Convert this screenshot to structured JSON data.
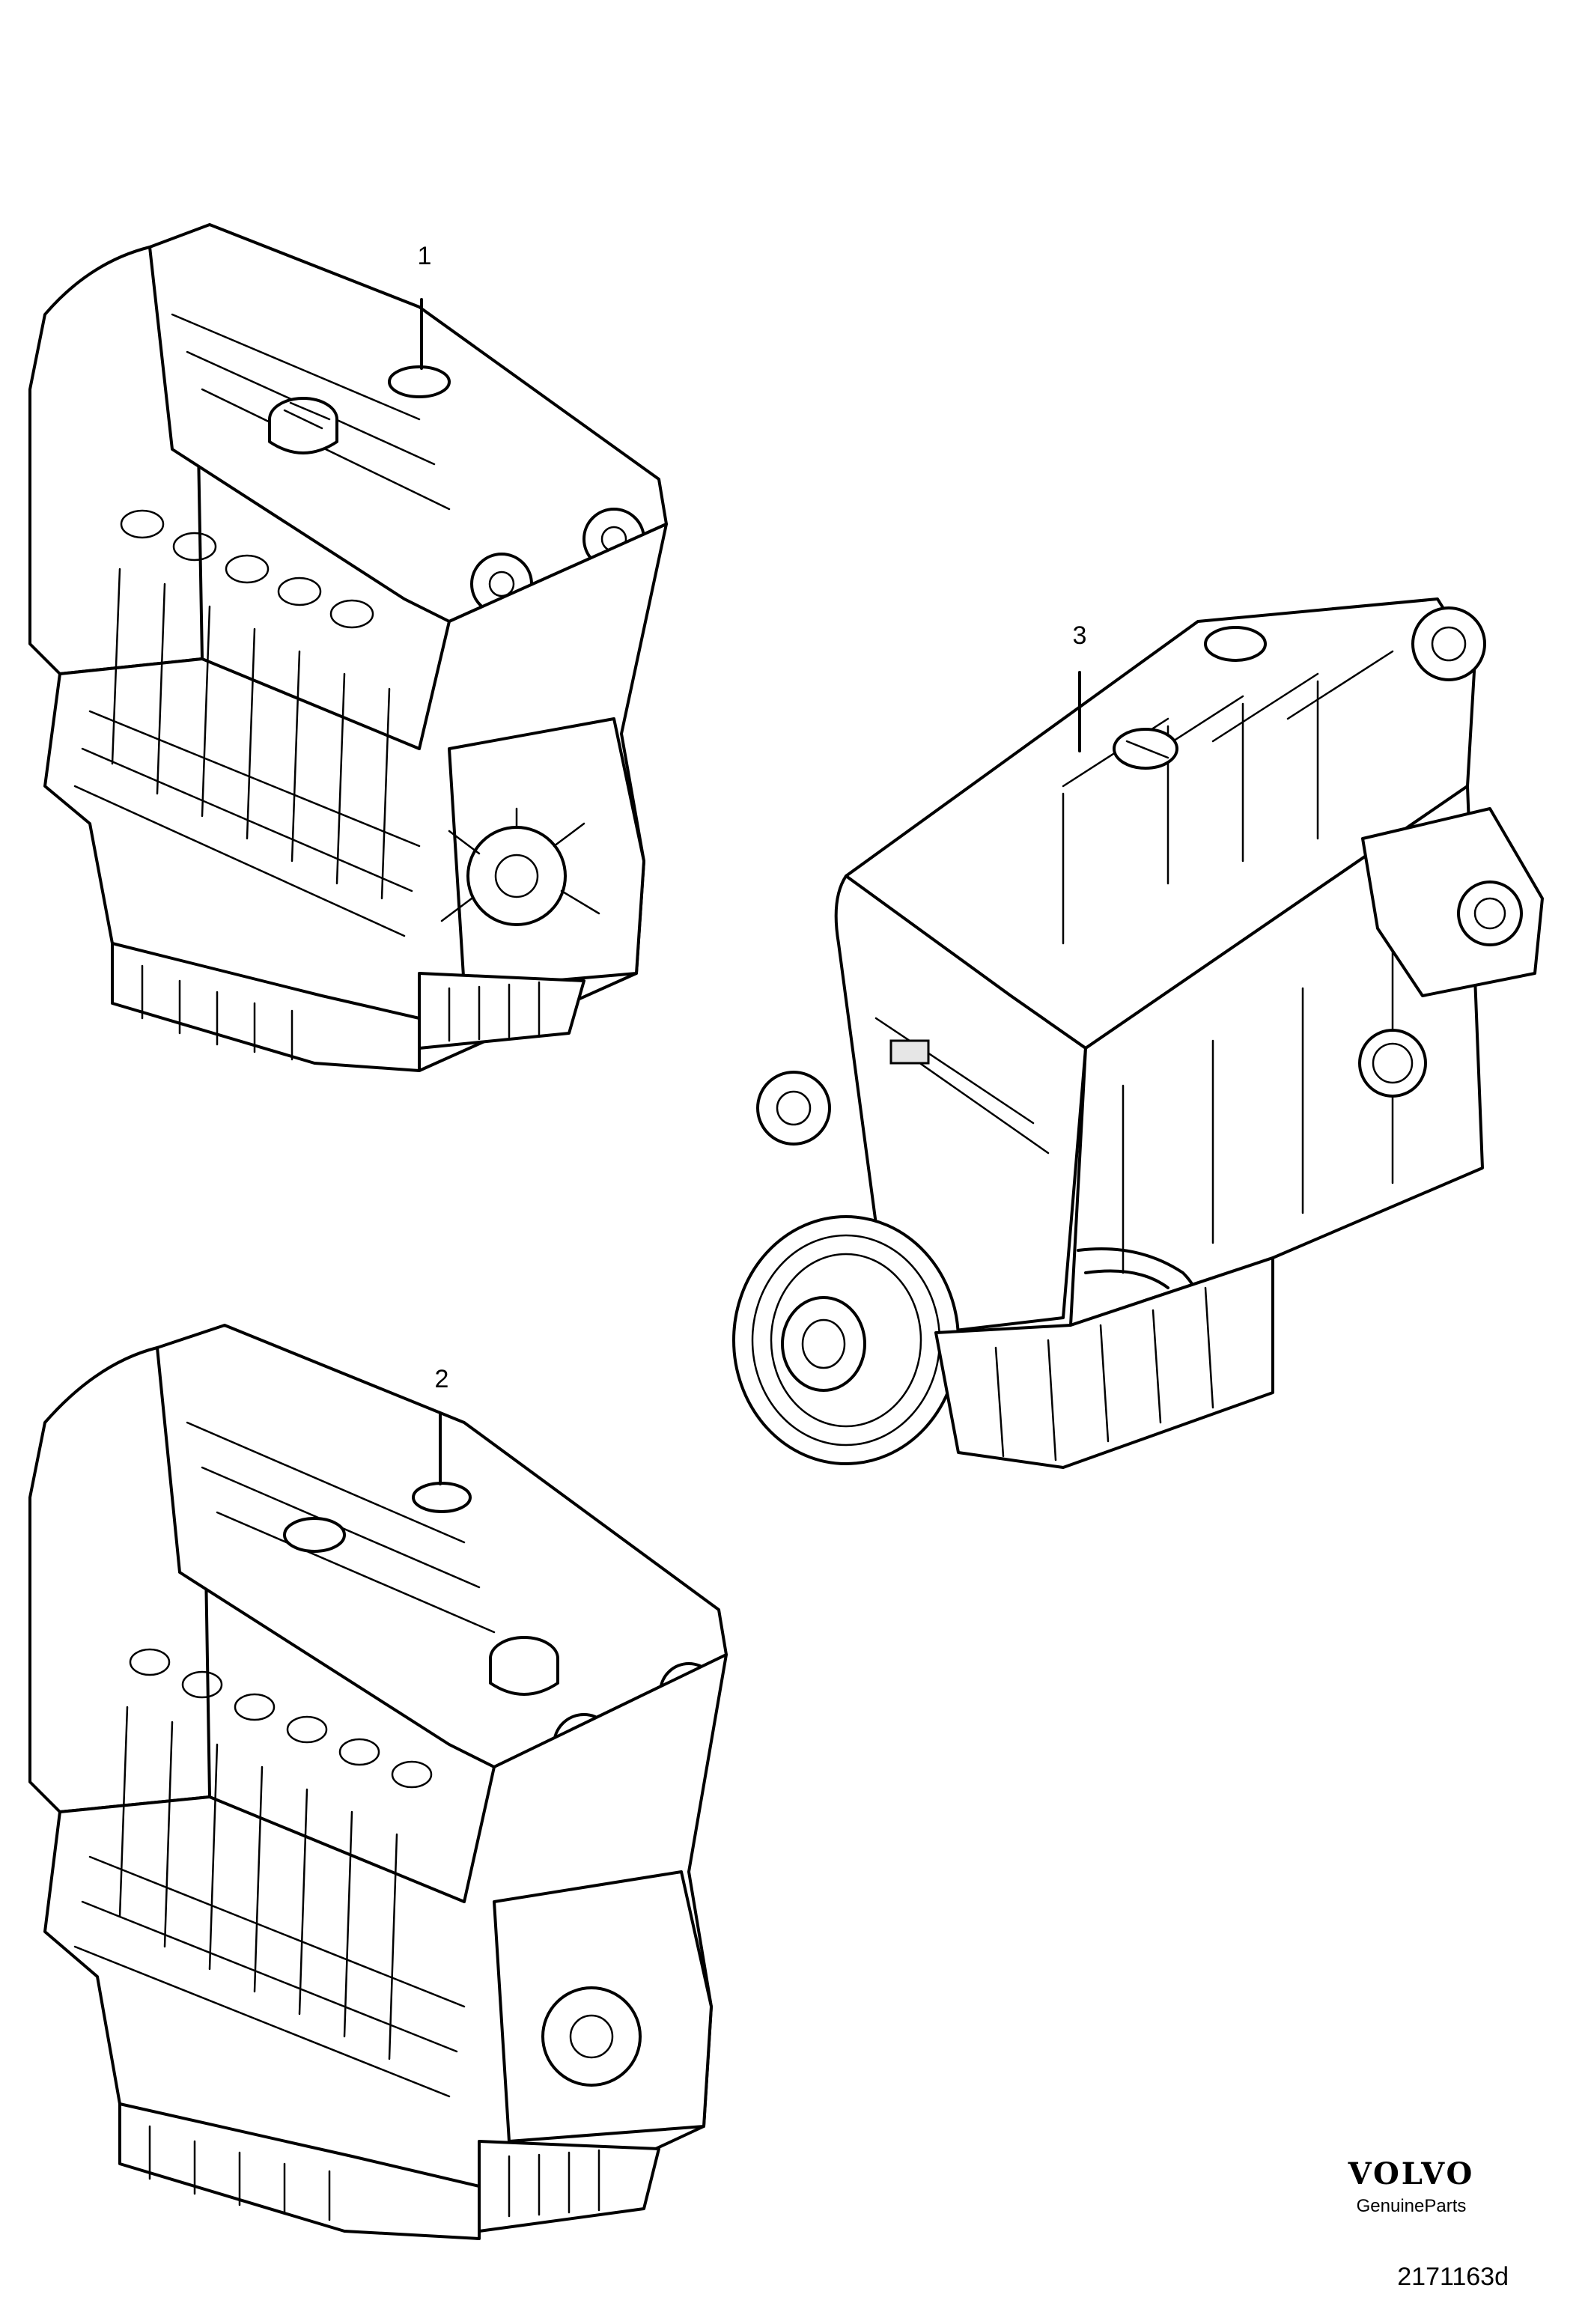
{
  "diagram": {
    "callouts": [
      {
        "id": "1",
        "label": "1"
      },
      {
        "id": "2",
        "label": "2"
      },
      {
        "id": "3",
        "label": "3"
      }
    ]
  },
  "brand": {
    "logo_text": "VOLVO",
    "subtitle": "GenuineParts"
  },
  "figure_ref": "2171163d"
}
